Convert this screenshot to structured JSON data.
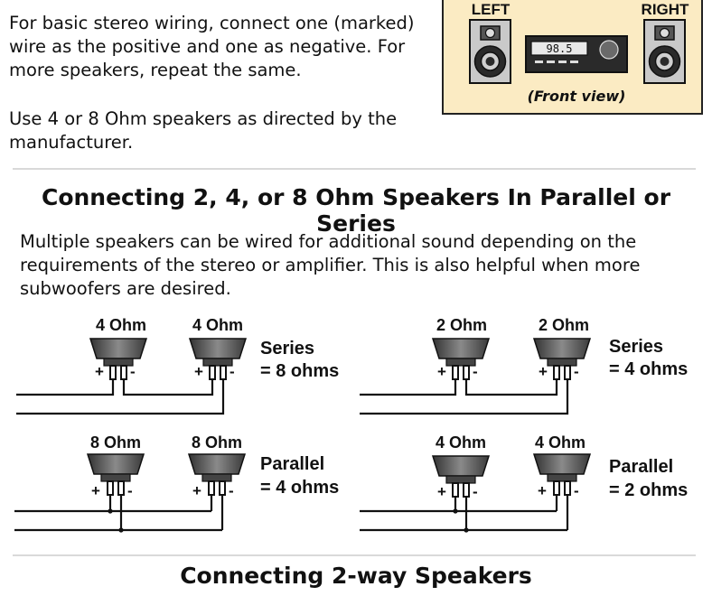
{
  "intro": {
    "wiring_text": "For basic stereo wiring, connect one (marked) wire as the positive and one as negative. For more speakers, repeat the same.",
    "ohm_text": "Use 4 or 8 Ohm speakers as directed by the manufacturer."
  },
  "stereo": {
    "left_label": "LEFT",
    "right_label": "RIGHT",
    "display": "98.5",
    "caption": "(Front view)"
  },
  "section": {
    "title": "Connecting 2, 4, or 8 Ohm Speakers In Parallel or Series",
    "description": "Multiple speakers can be wired for additional sound depending on the requirements of the stereo or amplifier. This is also helpful when more subwoofers are desired."
  },
  "diagrams": [
    {
      "left_label": "4 Ohm",
      "right_label": "4 Ohm",
      "result_line1": "Series",
      "result_line2": "= 8 ohms"
    },
    {
      "left_label": "2 Ohm",
      "right_label": "2 Ohm",
      "result_line1": "Series",
      "result_line2": "= 4 ohms"
    },
    {
      "left_label": "8 Ohm",
      "right_label": "8 Ohm",
      "result_line1": "Parallel",
      "result_line2": "= 4 ohms"
    },
    {
      "left_label": "4 Ohm",
      "right_label": "4 Ohm",
      "result_line1": "Parallel",
      "result_line2": "= 2 ohms"
    }
  ],
  "polarity": {
    "positive": "+",
    "negative": "-"
  },
  "next_section": {
    "title": "Connecting 2-way Speakers"
  }
}
